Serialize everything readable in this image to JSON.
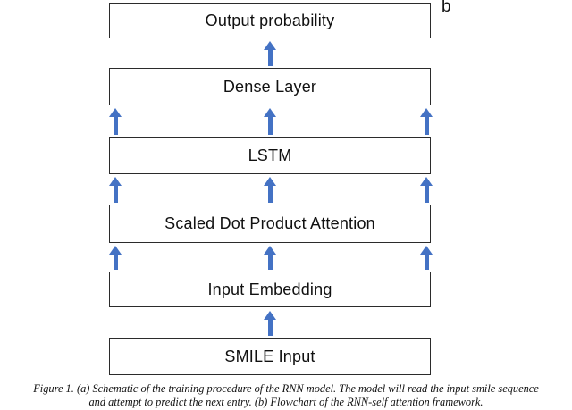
{
  "figure": {
    "panel_label": "b"
  },
  "diagram": {
    "type": "flowchart",
    "direction": "bottom-to-top",
    "arrow_color": "#4472C4",
    "box_border_color": "#2b2b2b",
    "boxes": [
      {
        "label": "Output probability"
      },
      {
        "label": "Dense Layer"
      },
      {
        "label": "LSTM"
      },
      {
        "label": "Scaled Dot Product Attention"
      },
      {
        "label": "Input Embedding"
      },
      {
        "label": "SMILE Input"
      }
    ],
    "connections": [
      {
        "from": "SMILE Input",
        "to": "Input Embedding",
        "arrows": 1
      },
      {
        "from": "Input Embedding",
        "to": "Scaled Dot Product Attention",
        "arrows": 3
      },
      {
        "from": "Scaled Dot Product Attention",
        "to": "LSTM",
        "arrows": 3
      },
      {
        "from": "LSTM",
        "to": "Dense Layer",
        "arrows": 3
      },
      {
        "from": "Dense Layer",
        "to": "Output probability",
        "arrows": 1
      }
    ]
  },
  "caption": {
    "line1": "Figure 1. (a) Schematic of the training procedure of the RNN model. The model will read the input smile sequence",
    "line2": "and attempt to predict the next entry. (b) Flowchart of the RNN-self attention framework."
  }
}
